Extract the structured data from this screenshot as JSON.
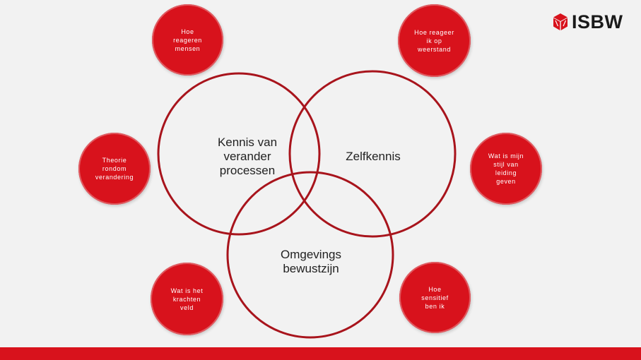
{
  "colors": {
    "accent": "#d8121c",
    "circle_stroke": "#a8141c",
    "background": "#f2f2f2"
  },
  "logo": {
    "text": "ISBW",
    "icon": "isbw-cube-logo-icon"
  },
  "venn": {
    "top_left": "Kennis van\nverander\nprocessen",
    "top_right": "Zelfkennis",
    "bottom": "Omgevings\nbewustzijn"
  },
  "bubbles": {
    "top_left": "Hoe\nreageren\nmensen",
    "top_right": "Hoe reageer\nik op\nweerstand",
    "left": "Theorie\nrondom\nverandering",
    "right": "Wat is mijn\nstijl van\nleiding\ngeven",
    "bottom_left": "Wat is het\nkrachten\nveld",
    "bottom_right": "Hoe\nsensitief\nben ik"
  }
}
